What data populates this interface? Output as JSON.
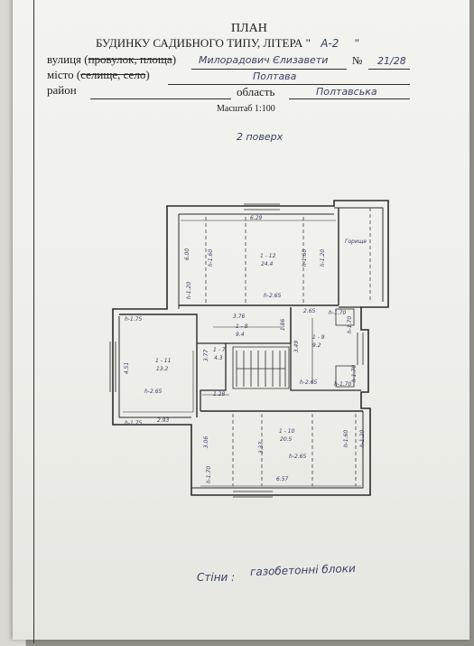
{
  "header": {
    "title": "ПЛАН",
    "subtitle": "БУДИНКУ САДИБНОГО ТИПУ, ЛІТЕРА \"",
    "litera_value": "А-2",
    "quote_close": "\""
  },
  "fields": {
    "street_label": "вулиця (",
    "street_strike": "провулок, площа",
    "street_close": ")",
    "street_value": "Милорадович Єлизавети",
    "number_label": "№",
    "number_value": "21/28",
    "city_label": "місто (",
    "city_strike": "селище, село",
    "city_close": ")",
    "city_value": "Полтава",
    "district_label": "район",
    "region_label": "область",
    "region_value": "Полтавська"
  },
  "scale": "Масштаб 1:100",
  "floor": "2 поверх",
  "plan": {
    "dims": {
      "d629": "6.29",
      "d600": "6.00",
      "d376": "3.76",
      "d265a": "2.65",
      "d186": "1.86",
      "d377": "3.77",
      "d349": "3.49",
      "d451": "4.51",
      "d128": "1.28",
      "d293": "2.93",
      "d306": "3.06",
      "d337": "3.37",
      "d657": "6.57",
      "d265b": "2.65"
    },
    "heights": {
      "h160a": "h-1.60",
      "h160b": "h-1.60",
      "h120a": "h-1.20",
      "h120b": "h-1.20",
      "h265_12": "h-2.65",
      "h175a": "h-1.75",
      "h175b": "h-1.75",
      "h265_11": "h-2.65",
      "h170a": "h-1.70",
      "h170b": "h-1.70",
      "h170c": "h-1.70",
      "h170d": "h-1.70",
      "h265_9": "h-2.65",
      "h170e": "h-1.70",
      "h265_10": "h-2.65",
      "h160c": "h-1.60",
      "h120c": "h-1.20"
    },
    "rooms": {
      "r12_id": "1 - 12",
      "r12_area": "24.4",
      "r8_id": "1 - 8",
      "r8_area": "9.4",
      "r7_id": "1 - 7",
      "r7_area": "4.3",
      "r9_id": "1 - 9",
      "r9_area": "9.2",
      "r11_id": "1 - 11",
      "r11_area": "13.2",
      "r10_id": "1 - 10",
      "r10_area": "20.5",
      "attic": "Горище"
    }
  },
  "walls_label": "Стіни :",
  "walls_value": "газобетонні блоки",
  "colors": {
    "ink": "#202020",
    "handwriting": "#3a3f66",
    "paper": "#efefeb"
  }
}
